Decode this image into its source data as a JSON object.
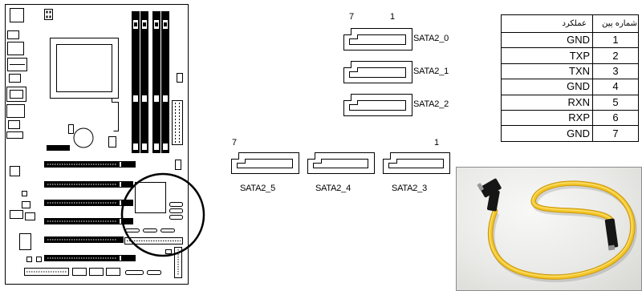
{
  "colors": {
    "ink": "#000000",
    "paper": "#ffffff",
    "highlight_circle": "#000000",
    "cable": "#f3c524",
    "cable_edge": "#c9970f",
    "cable_highlight": "#fbe58a",
    "cable_connector": "#161616",
    "photo_background": "#e4e4e1"
  },
  "sata_column": {
    "pin_left": "7",
    "pin_right": "1",
    "connectors": [
      {
        "label": "SATA2_0"
      },
      {
        "label": "SATA2_1"
      },
      {
        "label": "SATA2_2"
      }
    ]
  },
  "sata_row": {
    "pin_left": "7",
    "pin_right": "1",
    "connectors": [
      {
        "label": "SATA2_5"
      },
      {
        "label": "SATA2_4"
      },
      {
        "label": "SATA2_3"
      }
    ]
  },
  "pin_table": {
    "header_function": "عملکرد",
    "header_pin": "شماره پین",
    "rows": [
      {
        "function": "GND",
        "pin": "1"
      },
      {
        "function": "TXP",
        "pin": "2"
      },
      {
        "function": "TXN",
        "pin": "3"
      },
      {
        "function": "GND",
        "pin": "4"
      },
      {
        "function": "RXN",
        "pin": "5"
      },
      {
        "function": "RXP",
        "pin": "6"
      },
      {
        "function": "GND",
        "pin": "7"
      }
    ]
  }
}
